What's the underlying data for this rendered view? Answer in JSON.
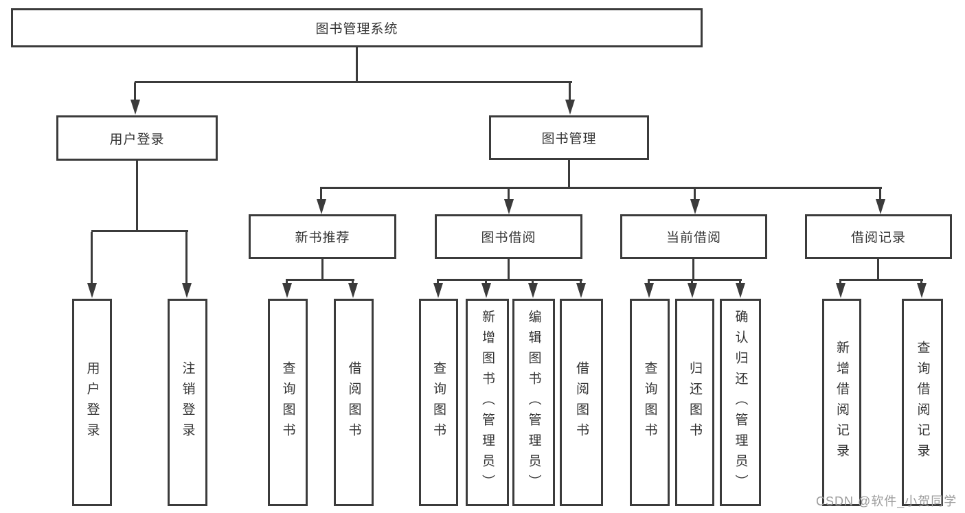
{
  "colors": {
    "line": "#3b3b3b",
    "border": "#3b3b3b",
    "text": "#333333",
    "background": "#ffffff",
    "watermark": "#9c9c9c"
  },
  "watermark": "CSDN @软件_小贺同学",
  "nodes": {
    "root": "图书管理系统",
    "user_login": "用户登录",
    "book_mgmt": "图书管理",
    "new_books": "新书推荐",
    "book_borrow": "图书借阅",
    "current_borrow": "当前借阅",
    "borrow_records": "借阅记录",
    "ul_login": "用户登录",
    "ul_logout": "注销登录",
    "nb_query": "查询图书",
    "nb_borrow": "借阅图书",
    "bb_query": "查询图书",
    "bb_add": "新增图书（管理员）",
    "bb_edit": "编辑图书（管理员）",
    "bb_borrow": "借阅图书",
    "cb_query": "查询图书",
    "cb_return": "归还图书",
    "cb_confirm": "确认归还（管理员）",
    "br_add": "新增借阅记录",
    "br_query": "查询借阅记录"
  },
  "hierarchy": {
    "图书管理系统": {
      "用户登录": [
        "用户登录",
        "注销登录"
      ],
      "图书管理": {
        "新书推荐": [
          "查询图书",
          "借阅图书"
        ],
        "图书借阅": [
          "查询图书",
          "新增图书（管理员）",
          "编辑图书（管理员）",
          "借阅图书"
        ],
        "当前借阅": [
          "查询图书",
          "归还图书",
          "确认归还（管理员）"
        ],
        "借阅记录": [
          "新增借阅记录",
          "查询借阅记录"
        ]
      }
    }
  }
}
